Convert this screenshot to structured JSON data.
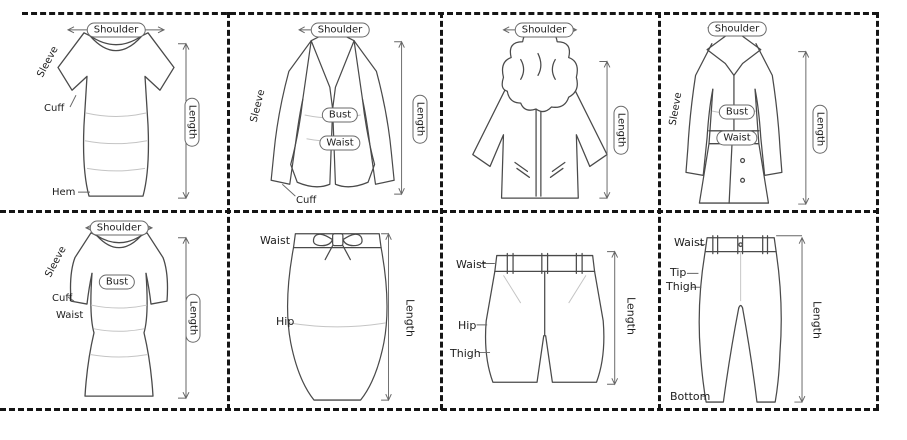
{
  "colors": {
    "background": "#ffffff",
    "garment_line": "#4a4a4a",
    "dashed_line": "#151515",
    "label_text": "#1d1d1d"
  },
  "panels": [
    {
      "garment": "t-shirt",
      "labels": {
        "shoulder": "Shoulder",
        "sleeve": "Sleeve",
        "cuff": "Cuff",
        "hem": "Hem",
        "length": "Length"
      }
    },
    {
      "garment": "blazer",
      "labels": {
        "shoulder": "Shoulder",
        "sleeve": "Sleeve",
        "bust": "Bust",
        "waist": "Waist",
        "cuff": "Cuff",
        "length": "Length"
      }
    },
    {
      "garment": "fur-hood-coat",
      "labels": {
        "shoulder": "Shoulder",
        "length": "Length"
      }
    },
    {
      "garment": "long-coat",
      "labels": {
        "shoulder": "Shoulder",
        "sleeve": "Sleeve",
        "bust": "Bust",
        "waist": "Waist",
        "length": "Length"
      }
    },
    {
      "garment": "dress",
      "labels": {
        "shoulder": "Shoulder",
        "sleeve": "Sleeve",
        "bust": "Bust",
        "cuff": "Cuff",
        "waist": "Waist",
        "length": "Length"
      }
    },
    {
      "garment": "skirt",
      "labels": {
        "waist": "Waist",
        "hip": "Hip",
        "length": "Length"
      }
    },
    {
      "garment": "shorts",
      "labels": {
        "waist": "Waist",
        "hip": "Hip",
        "thigh": "Thigh",
        "length": "Length"
      }
    },
    {
      "garment": "pants",
      "labels": {
        "waist": "Waist",
        "tip": "Tip",
        "thigh": "Thigh",
        "bottom": "Bottom",
        "length": "Length"
      }
    }
  ]
}
